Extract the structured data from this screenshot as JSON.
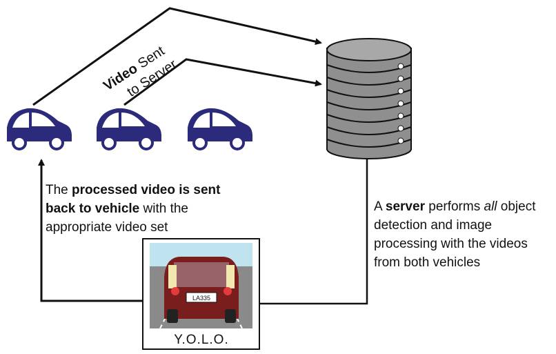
{
  "labels": {
    "sent_bold": "Video",
    "sent_rest_line1": " Sent",
    "sent_line2": "to Server",
    "return_pre": "The ",
    "return_bold": "processed video is sent back to vehicle",
    "return_post": " with the appropriate video set",
    "server_pre": "A ",
    "server_bold": "server",
    "server_mid": " performs ",
    "server_italic": "all",
    "server_post": " object detection and image processing with the videos from both vehicles",
    "yolo_caption": "Y.O.L.O.",
    "plate_text": "LA335"
  },
  "colors": {
    "car_body": "#2c2a7a",
    "server_body": "#8f8f8f",
    "yolo_car": "#7a1d1d",
    "sky": "#bfe4f0",
    "road": "#8a8a8a"
  },
  "icons": [
    "car-icon",
    "server-icon",
    "yolo-thumbnail"
  ]
}
